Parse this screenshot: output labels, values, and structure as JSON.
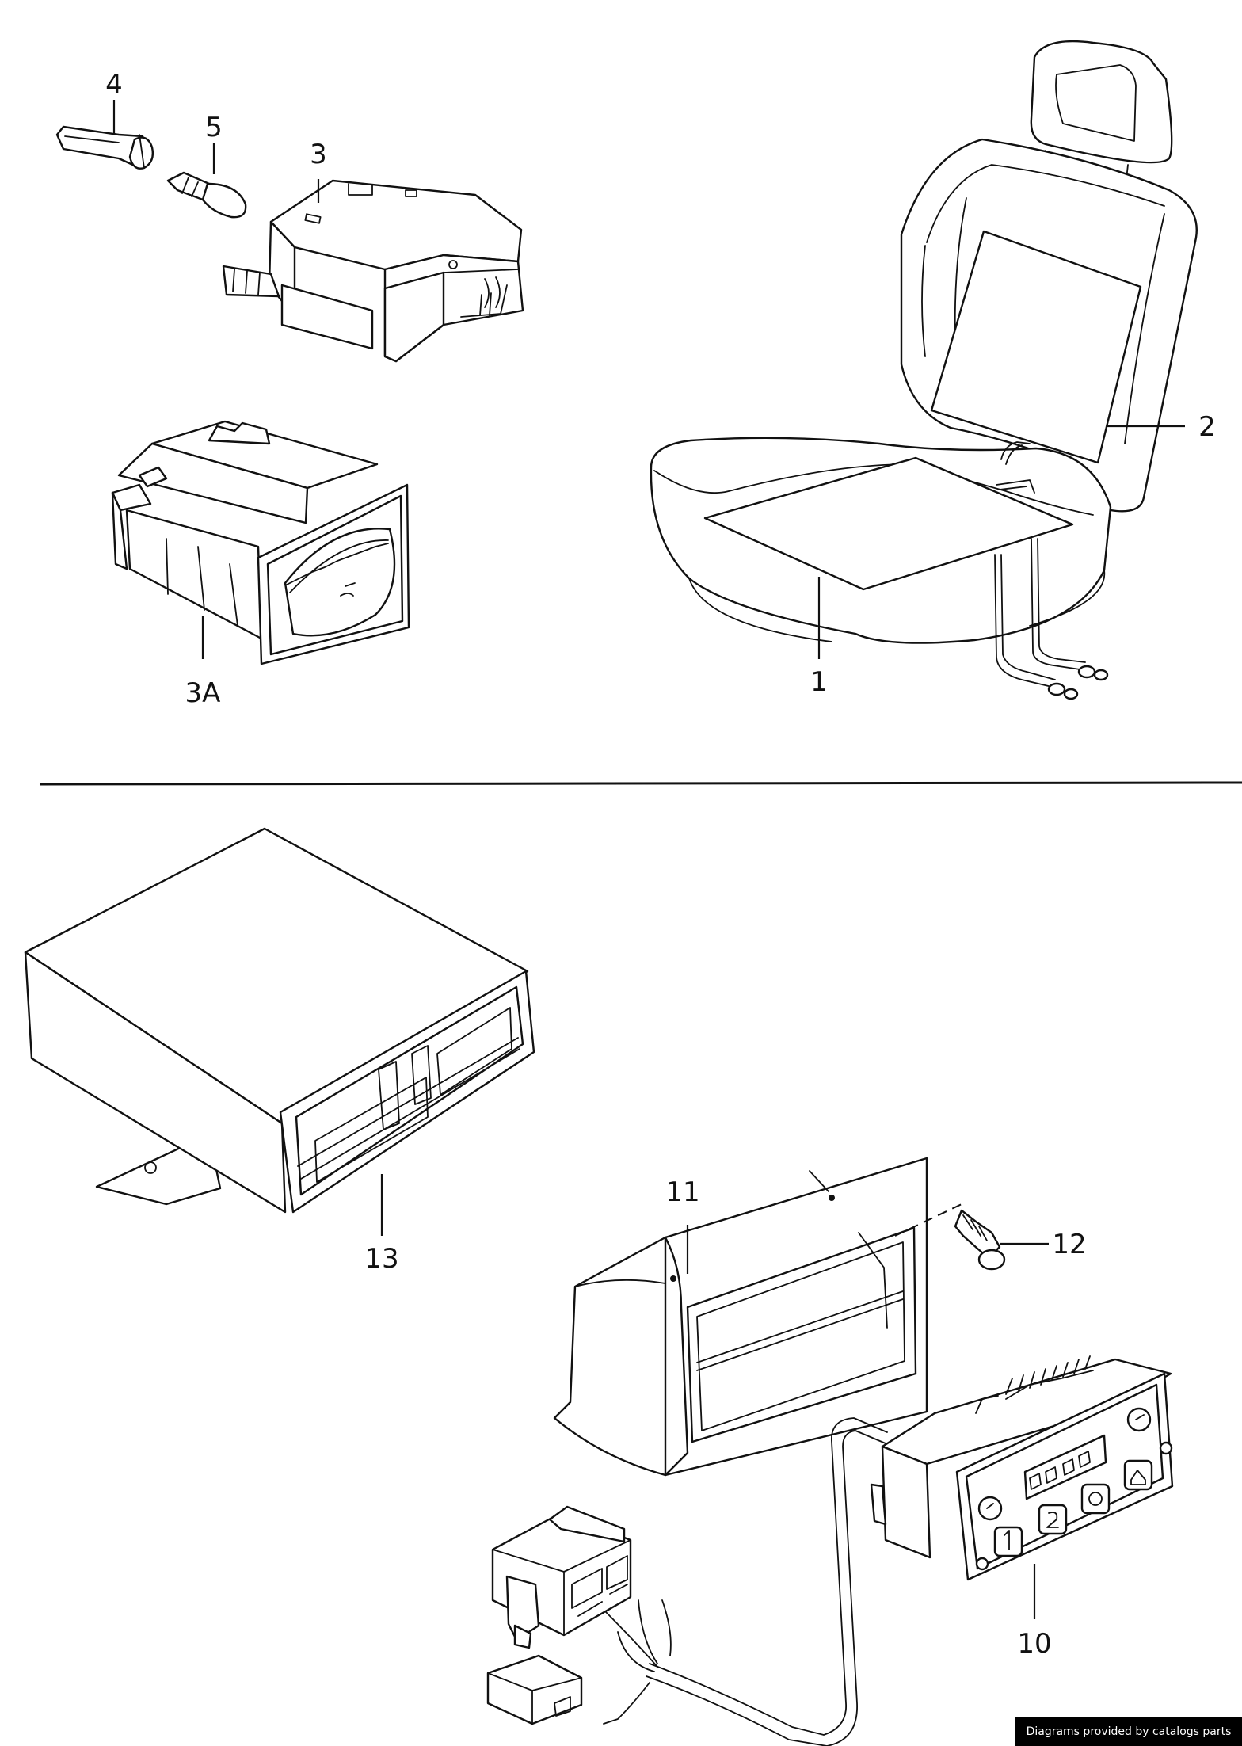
{
  "callouts": {
    "c1": "1",
    "c2": "2",
    "c3": "3",
    "c3a": "3A",
    "c4": "4",
    "c5": "5",
    "c10": "10",
    "c11": "11",
    "c12": "12",
    "c13": "13"
  },
  "footer": {
    "credit": "Diagrams provided by catalogs parts"
  },
  "colors": {
    "ink": "#111111",
    "paper": "#ffffff",
    "footer_bg": "#000000"
  }
}
